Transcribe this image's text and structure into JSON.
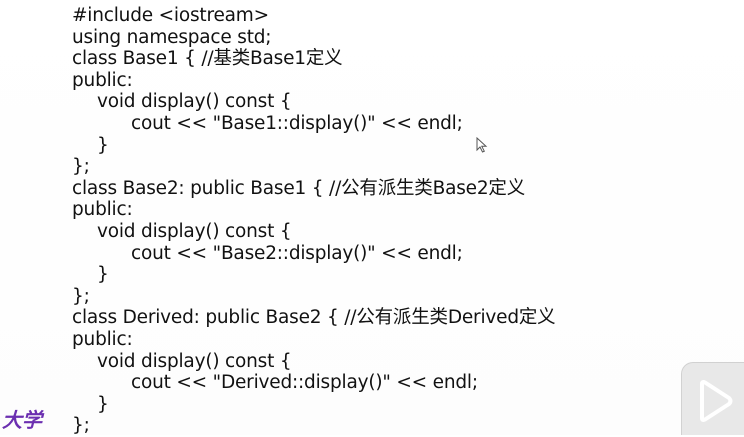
{
  "code": {
    "lines": [
      "#include <iostream>",
      "using namespace std;",
      "class Base1 { //基类Base1定义",
      "public:",
      "void display() const {",
      "cout << \"Base1::display()\" << endl;",
      "}",
      "};",
      "class Base2: public Base1 { //公有派生类Base2定义",
      "public:",
      "void display() const {",
      "cout << \"Base2::display()\" << endl;",
      "}",
      "};",
      "class Derived: public Base2 { //公有派生类Derived定义",
      "public:",
      "void display() const {",
      "cout << \"Derived::display()\" << endl;",
      "}",
      "};"
    ],
    "indent_levels": [
      0,
      0,
      0,
      0,
      1,
      2,
      1,
      0,
      0,
      0,
      1,
      2,
      1,
      0,
      0,
      0,
      1,
      2,
      1,
      0
    ]
  },
  "watermark": {
    "text": "大学"
  },
  "play_button": {
    "icon": "play-icon"
  },
  "colors": {
    "text": "#111111",
    "background": "#ffffff",
    "watermark": "#6b2fb0",
    "overlay": "#d7d7d7"
  }
}
